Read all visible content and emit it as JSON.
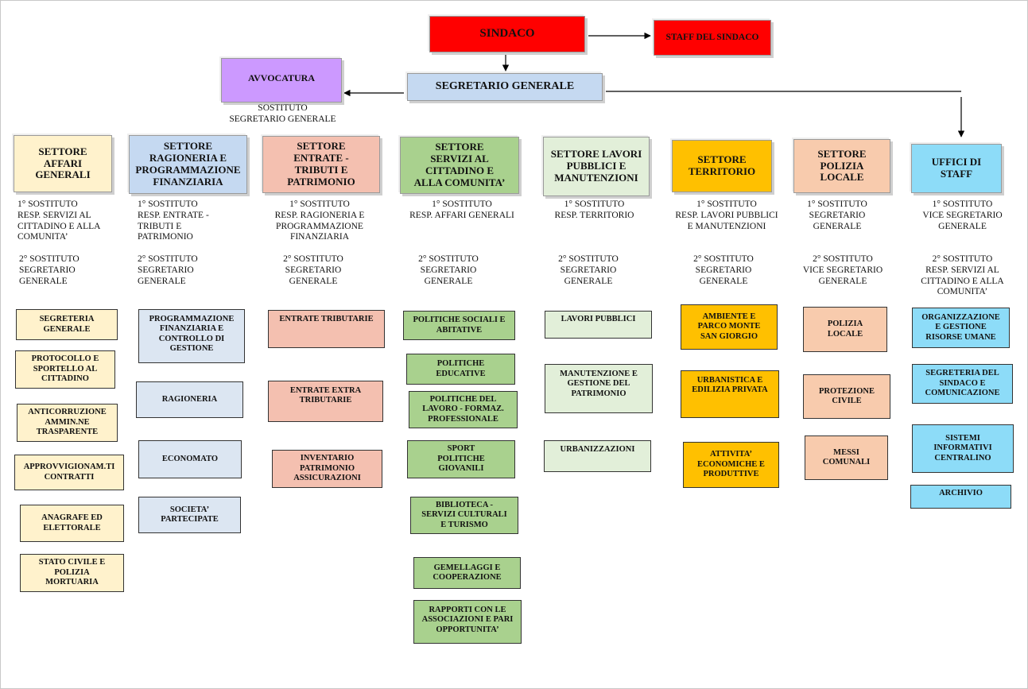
{
  "colors": {
    "red": "#ff0000",
    "purple": "#cc99ff",
    "blue_light": "#c5d9f1",
    "cream": "#fff2cc",
    "salmon": "#f4c0b0",
    "green": "#a9d18e",
    "green_pale": "#e2efd9",
    "orange": "#ffc000",
    "peach": "#f8cbad",
    "cyan": "#8ddcf8"
  },
  "top": {
    "sindaco": "SINDACO",
    "staff_sindaco": "STAFF DEL SINDACO",
    "segretario": "SEGRETARIO GENERALE",
    "avvocatura": "AVVOCATURA",
    "sostituto": "SOSTITUTO\nSEGRETARIO GENERALE"
  },
  "sectors": [
    {
      "title": "SETTORE\nAFFARI\nGENERALI",
      "color": "cream",
      "sub1": "1° SOSTITUTO\nRESP. SERVIZI AL\nCITTADINO E ALLA\nCOMUNITA’",
      "sub2": "2° SOSTITUTO\n  SEGRETARIO\n    GENERALE",
      "items": [
        "SEGRETERIA\nGENERALE",
        "PROTOCOLLO E\nSPORTELLO AL\nCITTADINO",
        "ANTICORRUZIONE\nAMMIN.NE\nTRASPARENTE",
        "APPROVVIGIONAM.TI\nCONTRATTI",
        "ANAGRAFE ED\nELETTORALE",
        "STATO CIVILE E\nPOLIZIA\nMORTUARIA"
      ]
    },
    {
      "title": "SETTORE\nRAGIONERIA E\nPROGRAMMAZIONE\nFINANZIARIA",
      "color": "blue_light",
      "sub1": "1° SOSTITUTO\n  RESP. ENTRATE -\n    TRIBUTI E\n    PATRIMONIO",
      "sub2": "2° SOSTITUTO\n    SEGRETARIO\n      GENERALE",
      "items": [
        "PROGRAMMAZIONE\nFINANZIARIA E\nCONTROLLO DI\nGESTIONE",
        "RAGIONERIA",
        "ECONOMATO",
        "SOCIETA’\nPARTECIPATE"
      ]
    },
    {
      "title": "SETTORE\nENTRATE -\nTRIBUTI E\nPATRIMONIO",
      "color": "salmon",
      "sub1": "1° SOSTITUTO\nRESP. RAGIONERIA E\nPROGRAMMAZIONE\nFINANZIARIA",
      "sub2": "2° SOSTITUTO\nSEGRETARIO\nGENERALE",
      "items": [
        "ENTRATE TRIBUTARIE",
        "ENTRATE EXTRA\nTRIBUTARIE",
        "INVENTARIO\nPATRIMONIO\nASSICURAZIONI"
      ]
    },
    {
      "title": "SETTORE\nSERVIZI AL\nCITTADINO E\nALLA COMUNITA’",
      "color": "green",
      "sub1": "1° SOSTITUTO\nRESP. AFFARI GENERALI",
      "sub2": "2° SOSTITUTO\nSEGRETARIO\nGENERALE",
      "items": [
        "POLITICHE SOCIALI E\nABITATIVE",
        "POLITICHE\nEDUCATIVE",
        "POLITICHE DEL\nLAVORO - FORMAZ.\nPROFESSIONALE",
        "SPORT\nPOLITICHE\nGIOVANILI",
        "BIBLIOTECA -\nSERVIZI CULTURALI\nE TURISMO",
        "GEMELLAGGI E\nCOOPERAZIONE",
        "RAPPORTI CON LE\nASSOCIAZIONI E PARI\nOPPORTUNITA’"
      ]
    },
    {
      "title": "SETTORE LAVORI\nPUBBLICI E\nMANUTENZIONI",
      "color": "green_pale",
      "sub1": "1° SOSTITUTO\nRESP. TERRITORIO",
      "sub2": "2° SOSTITUTO\nSEGRETARIO\nGENERALE",
      "items": [
        "LAVORI PUBBLICI",
        "MANUTENZIONE E\nGESTIONE DEL\nPATRIMONIO",
        "URBANIZZAZIONI"
      ]
    },
    {
      "title": "SETTORE\nTERRITORIO",
      "color": "orange",
      "sub1": "1° SOSTITUTO\nRESP. LAVORI PUBBLICI\nE MANUTENZIONI",
      "sub2": "2° SOSTITUTO\nSEGRETARIO\nGENERALE",
      "items": [
        "AMBIENTE E\nPARCO MONTE\nSAN GIORGIO",
        "URBANISTICA E\nEDILIZIA PRIVATA",
        "ATTIVITA’\nECONOMICHE E\nPRODUTTIVE"
      ]
    },
    {
      "title": "SETTORE\nPOLIZIA\nLOCALE",
      "color": "peach",
      "sub1": "1° SOSTITUTO\nSEGRETARIO\nGENERALE",
      "sub2": "2° SOSTITUTO\nVICE SEGRETARIO\nGENERALE",
      "items": [
        "POLIZIA\nLOCALE",
        "PROTEZIONE\nCIVILE",
        "MESSI\nCOMUNALI"
      ]
    },
    {
      "title": "UFFICI DI\nSTAFF",
      "color": "cyan",
      "sub1": "1° SOSTITUTO\nVICE SEGRETARIO\nGENERALE",
      "sub2": "2° SOSTITUTO\nRESP. SERVIZI AL\nCITTADINO E ALLA\nCOMUNITA’",
      "items": [
        "ORGANIZZAZIONE\nE GESTIONE\nRISORSE UMANE",
        "SEGRETERIA DEL\nSINDACO E\nCOMUNICAZIONE",
        "SISTEMI\nINFORMATIVI\nCENTRALINO",
        "ARCHIVIO"
      ]
    }
  ]
}
